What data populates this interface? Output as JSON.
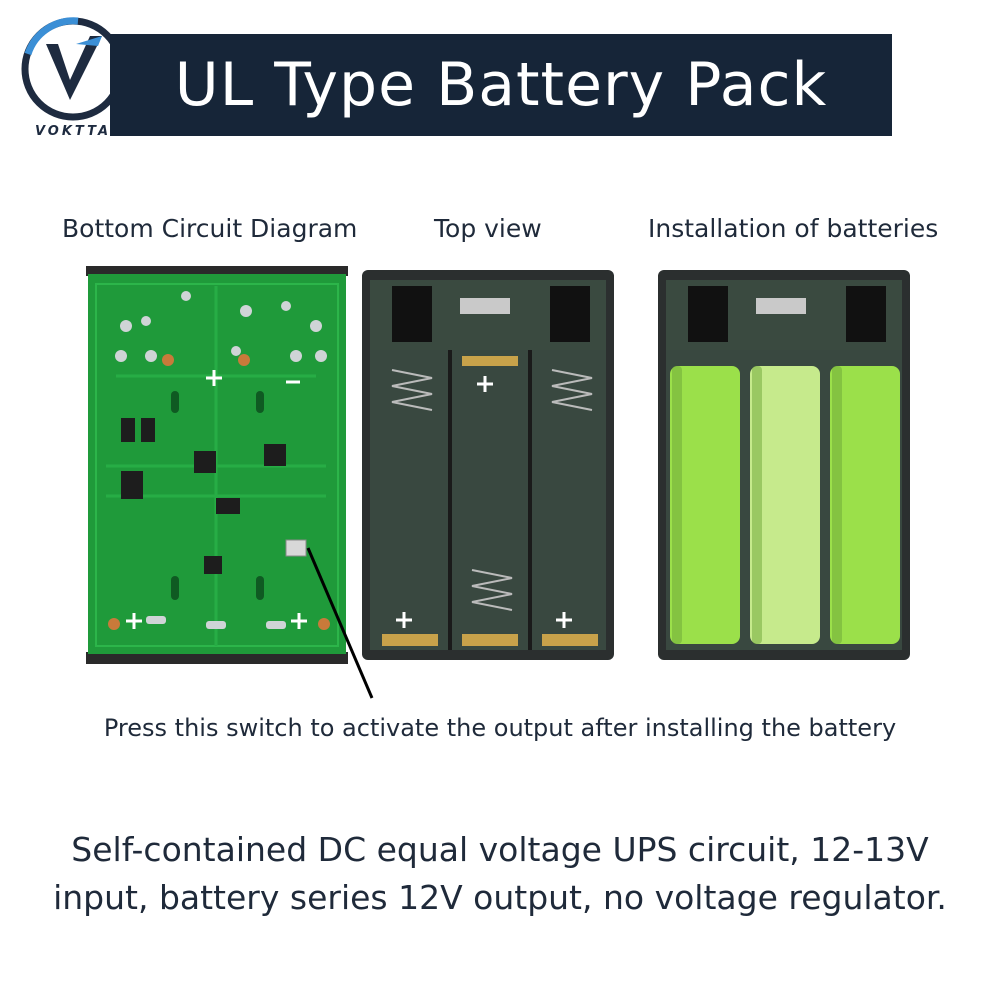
{
  "brand": {
    "name": "VOKTTA"
  },
  "title": "UL Type Battery Pack",
  "panels": [
    {
      "label": "Bottom Circuit Diagram"
    },
    {
      "label": "Top view"
    },
    {
      "label": "Installation of batteries"
    }
  ],
  "switch_caption": "Press this switch to activate the output after installing the battery",
  "description_lines": [
    "Self-contained DC equal voltage UPS circuit, 12-13V",
    "input, battery series 12V output, no voltage regulator."
  ],
  "colors": {
    "banner": "#162538",
    "pcb": "#1f9a3a",
    "battery": "#9be04a",
    "case": "#2b2f2f"
  }
}
